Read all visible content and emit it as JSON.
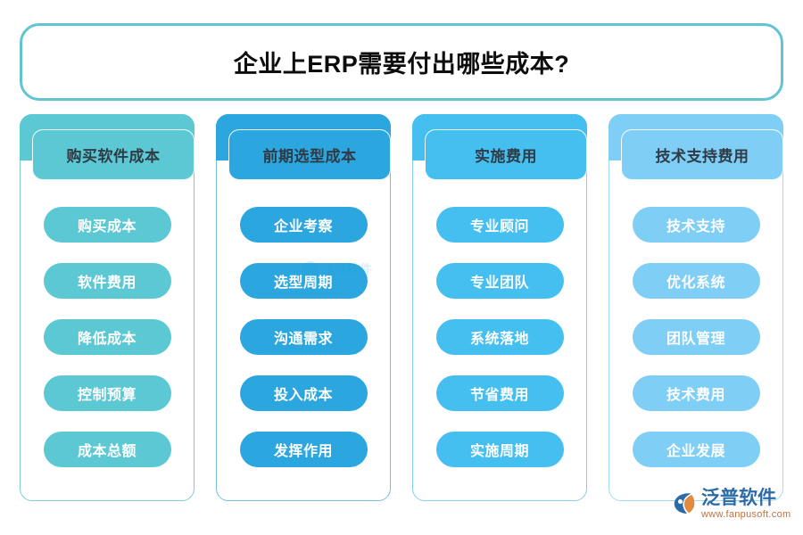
{
  "title": {
    "text": "企业上ERP需要付出哪些成本?"
  },
  "colors": {
    "title_border": "#62c3d2",
    "column_1": "#5bc8d4",
    "column_2": "#2ba6de",
    "column_3": "#45bef0",
    "column_4": "#7fcef5",
    "background": "#ffffff",
    "header_text": "#2f3b46",
    "pill_text": "#ffffff",
    "logo_name": "#2b6ca8",
    "logo_url": "#c2703a"
  },
  "columns": [
    {
      "header": "购买软件成本",
      "color": "#5bc8d4",
      "border": "#7ececf",
      "items": [
        "购买成本",
        "软件费用",
        "降低成本",
        "控制预算",
        "成本总额"
      ]
    },
    {
      "header": "前期选型成本",
      "color": "#2ba6de",
      "border": "#74bedd",
      "items": [
        "企业考察",
        "选型周期",
        "沟通需求",
        "投入成本",
        "发挥作用"
      ]
    },
    {
      "header": "实施费用",
      "color": "#45bef0",
      "border": "#83cfe9",
      "items": [
        "专业顾问",
        "专业团队",
        "系统落地",
        "节省费用",
        "实施周期"
      ]
    },
    {
      "header": "技术支持费用",
      "color": "#7fcef5",
      "border": "#a3dcf2",
      "items": [
        "技术支持",
        "优化系统",
        "团队管理",
        "技术费用",
        "企业发展"
      ]
    }
  ],
  "watermark": {
    "text": "泛普软件"
  },
  "logo": {
    "name": "泛普软件",
    "url": "www.fanpusoft.com"
  }
}
